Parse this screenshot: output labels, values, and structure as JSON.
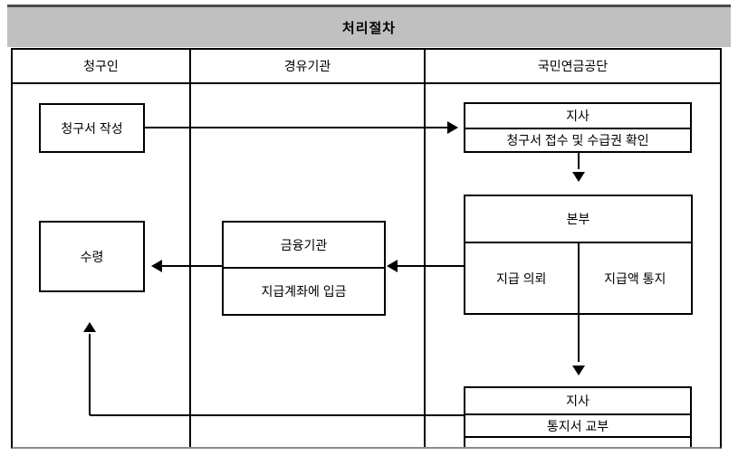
{
  "title": "처리절차",
  "columns": {
    "claimant": "청구인",
    "intermediary": "경유기관",
    "nps": "국민연금공단"
  },
  "boxes": {
    "write_claim": {
      "label": "청구서 작성"
    },
    "branch_receive": {
      "title": "지사",
      "detail": "청구서 접수 및 수급권 확인"
    },
    "headquarters": {
      "title": "본부",
      "left_cell": "지급 의뢰",
      "right_cell": "지급액 통지"
    },
    "bank": {
      "title": "금융기관",
      "detail": "지급계좌에 입금"
    },
    "receive": {
      "label": "수령"
    },
    "branch_notice": {
      "title": "지사",
      "detail": "통지서 교부"
    }
  },
  "colors": {
    "title_bar_bg": "#c0c0c0",
    "frame_top": "#4a4a4a",
    "frame_bottom": "#8a8a8a",
    "line": "#000000",
    "box_bg": "#ffffff"
  }
}
